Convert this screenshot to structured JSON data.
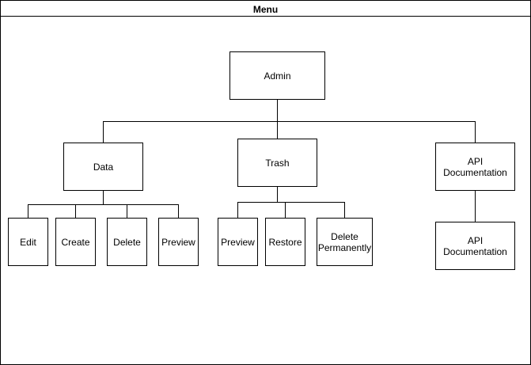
{
  "title": "Menu",
  "nodes": {
    "admin": "Admin",
    "data": "Data",
    "trash": "Trash",
    "api": "API\nDocumentation",
    "edit": "Edit",
    "create": "Create",
    "delete": "Delete",
    "data_preview": "Preview",
    "trash_preview": "Preview",
    "restore": "Restore",
    "delete_permanently": "Delete\nPermanently",
    "api_child": "API\nDocumentation"
  }
}
